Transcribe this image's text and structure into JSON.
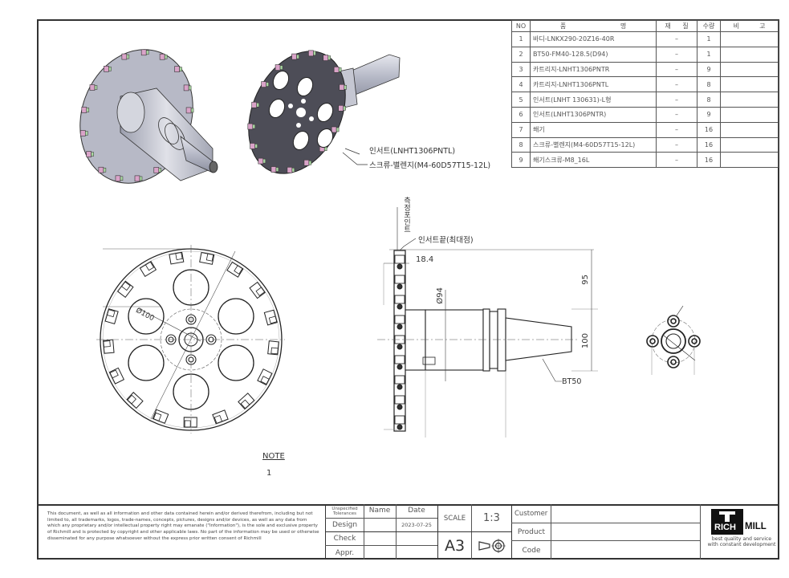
{
  "bom": {
    "headers": {
      "no": "NO",
      "name_1": "품",
      "name_2": "명",
      "material_1": "재",
      "material_2": "질",
      "qty": "수량",
      "remark_1": "비",
      "remark_2": "고"
    },
    "rows": [
      {
        "no": "1",
        "name": "바디-LNKX290-20Z16-40R",
        "material": "–",
        "qty": "1",
        "remark": ""
      },
      {
        "no": "2",
        "name": "BT50-FM40-128.5(D94)",
        "material": "–",
        "qty": "1",
        "remark": ""
      },
      {
        "no": "3",
        "name": "카트리지-LNHT1306PNTR",
        "material": "–",
        "qty": "9",
        "remark": ""
      },
      {
        "no": "4",
        "name": "카트리지-LNHT1306PNTL",
        "material": "–",
        "qty": "8",
        "remark": ""
      },
      {
        "no": "5",
        "name": "인서트(LNHT 130631)-L형",
        "material": "–",
        "qty": "8",
        "remark": ""
      },
      {
        "no": "6",
        "name": "인서트(LNHT1306PNTR)",
        "material": "–",
        "qty": "9",
        "remark": ""
      },
      {
        "no": "7",
        "name": "쐐기",
        "material": "–",
        "qty": "16",
        "remark": ""
      },
      {
        "no": "8",
        "name": "스크류-별렌지(M4-60D57T15-12L)",
        "material": "–",
        "qty": "16",
        "remark": ""
      },
      {
        "no": "9",
        "name": "쐐기스크류-M8_16L",
        "material": "–",
        "qty": "16",
        "remark": ""
      }
    ]
  },
  "callouts": {
    "insert": "인서트(LNHT1306PNTL)",
    "screw": "스크류-별렌지(M4-60D57T15-12L)",
    "measure_point": "측정포인트",
    "insert_tip": "인서트끝(최대점)",
    "holder": "BT50"
  },
  "dimensions": {
    "width": "18.4",
    "radius_95": "95",
    "dia_94": "Ø94",
    "len_100": "100",
    "dia_100": "Ø100"
  },
  "note": {
    "title": "NOTE",
    "item": "1"
  },
  "title_block": {
    "disclaimer": "This document, as well as all information and other data contained herein and/or derived therefrom, including but not limited to, all trademarks, logos, trade-names, concepts, pictures, designs and/or devices, as well as any data from which any proprietary and/or intellectual property right may emanate (\"Information\"), is the sole and exclusive property of Richmill and is protected by copyright and other applicable laws. No part of the information may be used or otherwise disseminated for any purpose whatsoever without the express prior written consent of Richmill",
    "tolerances": "Unspecified Tolerances",
    "name_header": "Name",
    "date_header": "Date",
    "design": "Design",
    "check": "Check",
    "appr": "Appr.",
    "design_date": "2023-07-25",
    "scale_label": "SCALE",
    "scale_value": "1:3",
    "sheet_size": "A3",
    "customer": "Customer",
    "product": "Product",
    "code": "Code",
    "logo_rich": "RICH",
    "logo_mill": "MILL",
    "slogan": "best quality and service with constant development"
  },
  "colors": {
    "line": "#222222",
    "body_fill": "#b9bcc8",
    "dark_fill": "#4a4a52",
    "insert_pink": "#d9a3c8",
    "insert_green": "#a8d6a0"
  }
}
